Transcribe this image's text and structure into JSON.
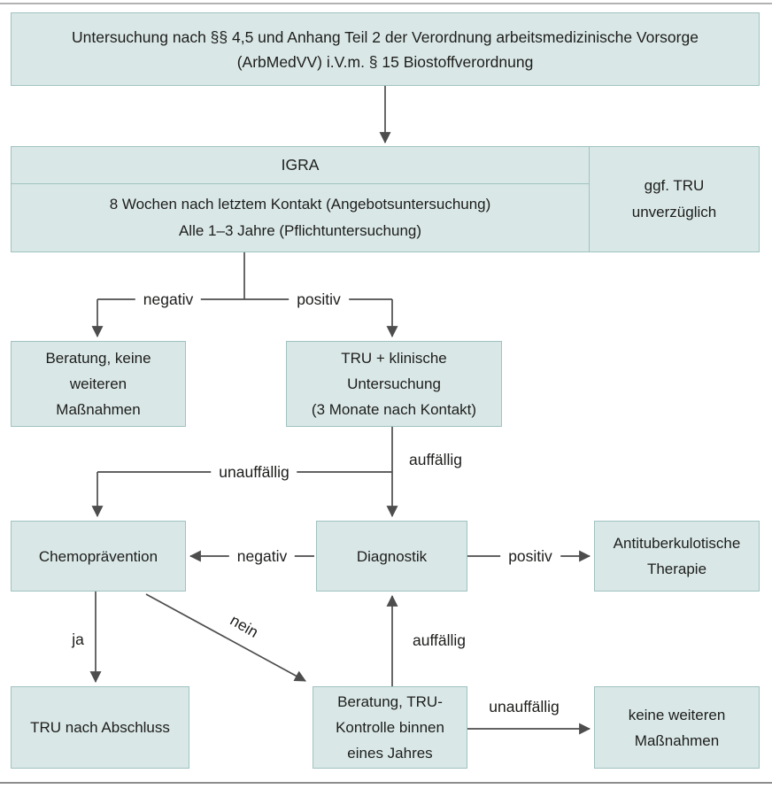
{
  "figure": {
    "title": "Untersuchung nach §§ 4,5 und Anhang Teil 2 der Verordnung arbeitsmedizinische Vorsorge\n(ArbMedVV) i.V.m. § 15 Biostoffverordnung",
    "igra": {
      "header": "IGRA",
      "body": "8 Wochen nach letztem Kontakt (Angebotsuntersuchung)\nAlle 1–3 Jahre (Pflichtuntersuchung)",
      "side_note": "ggf. TRU\nunverzüglich"
    },
    "boxes": {
      "beratung_keine": "Beratung, keine\nweiteren\nMaßnahmen",
      "tru_klinische": "TRU + klinische\nUntersuchung\n(3 Monate nach Kontakt)",
      "chemopraevention": "Chemoprävention",
      "diagnostik": "Diagnostik",
      "antituberkulotische": "Antituberkulotische\nTherapie",
      "tru_abschluss": "TRU nach Abschluss",
      "beratung_tru_kontrolle": "Beratung, TRU-\nKontrolle binnen\neines Jahres",
      "keine_weiteren": "keine weiteren\nMaßnahmen"
    },
    "edge_labels": {
      "negativ": "negativ",
      "positiv": "positiv",
      "auffaellig": "auffällig",
      "unauffaellig": "unauffällig",
      "ja": "ja",
      "nein": "nein"
    },
    "colors": {
      "box_fill": "#d9e8e7",
      "box_border": "#9fc2c0",
      "connector": "#4d4d4d",
      "text": "#1d1d1b"
    }
  }
}
